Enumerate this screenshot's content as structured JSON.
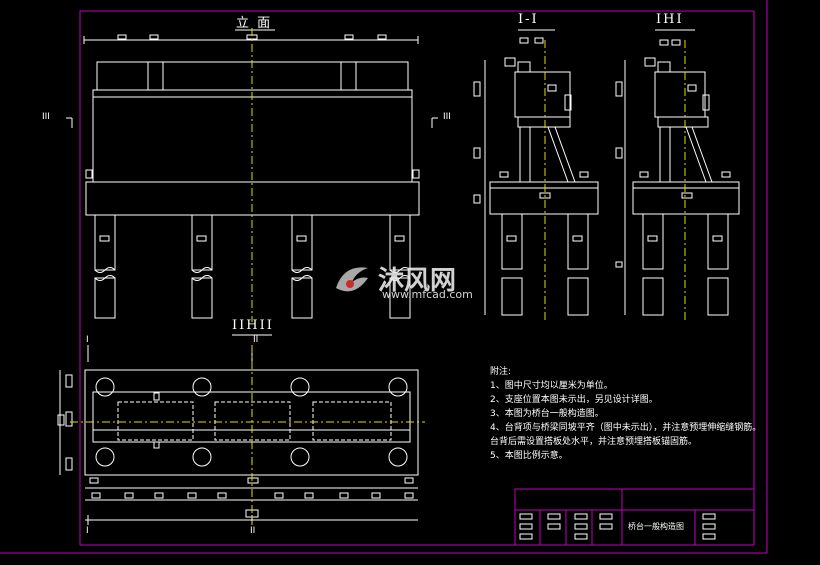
{
  "views": {
    "front_title": "立 面",
    "section1_title": "I-I",
    "section2_title": "IHI",
    "plan_title": "IIHII"
  },
  "cut_marks": {
    "front_left": "III",
    "front_right": "III",
    "plan_top_left": "I",
    "plan_top_mid": "II",
    "plan_bottom_left": "I",
    "plan_bottom_mid": "II"
  },
  "notes": {
    "heading": "附注:",
    "items": [
      "1、图中尺寸均以厘米为单位。",
      "2、支座位置本图未示出，另见设计详图。",
      "3、本图为桥台一般构造图。",
      "4、台背项与桥梁同坡平齐（图中未示出），并注意预埋伸缩缝钢筋。",
      "   台背后需设置搭板处水平，并注意预埋搭板锚固筋。",
      "5、本图比例示意。"
    ]
  },
  "title_block": {
    "drawing_name": "桥台一般构造图"
  },
  "watermark": {
    "brand": "沐风网",
    "url": "www.mfcad.com"
  },
  "colors": {
    "background": "#000000",
    "lines": "#ffffff",
    "frame": "#c000c0",
    "centerline": "#e0e000"
  }
}
